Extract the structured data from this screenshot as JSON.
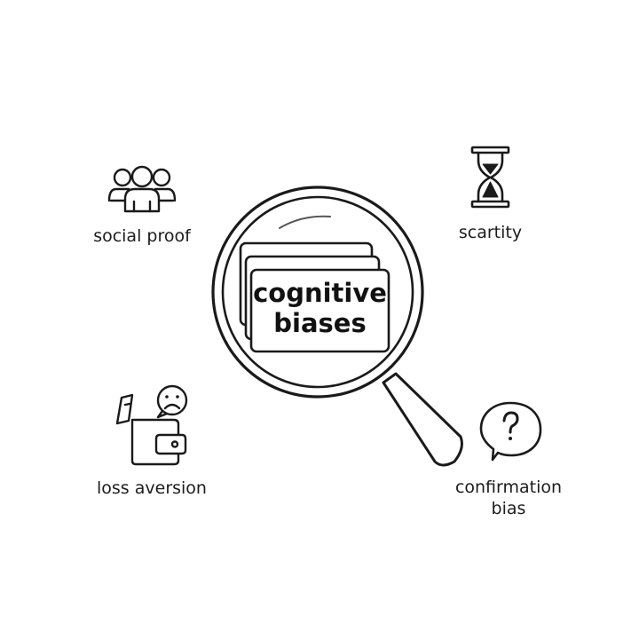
{
  "center": {
    "line1": "cognitive",
    "line2": "biases"
  },
  "biases": [
    {
      "label": "social proof",
      "icon": "people-group-icon"
    },
    {
      "label": "scartity",
      "icon": "hourglass-icon"
    },
    {
      "label": "loss aversion",
      "icon": "wallet-sad-face-icon"
    },
    {
      "label": "confirmation",
      "label2": "bias",
      "icon": "question-bubble-icon"
    }
  ],
  "colors": {
    "stroke": "#1a1a1a",
    "background": "#ffffff"
  }
}
